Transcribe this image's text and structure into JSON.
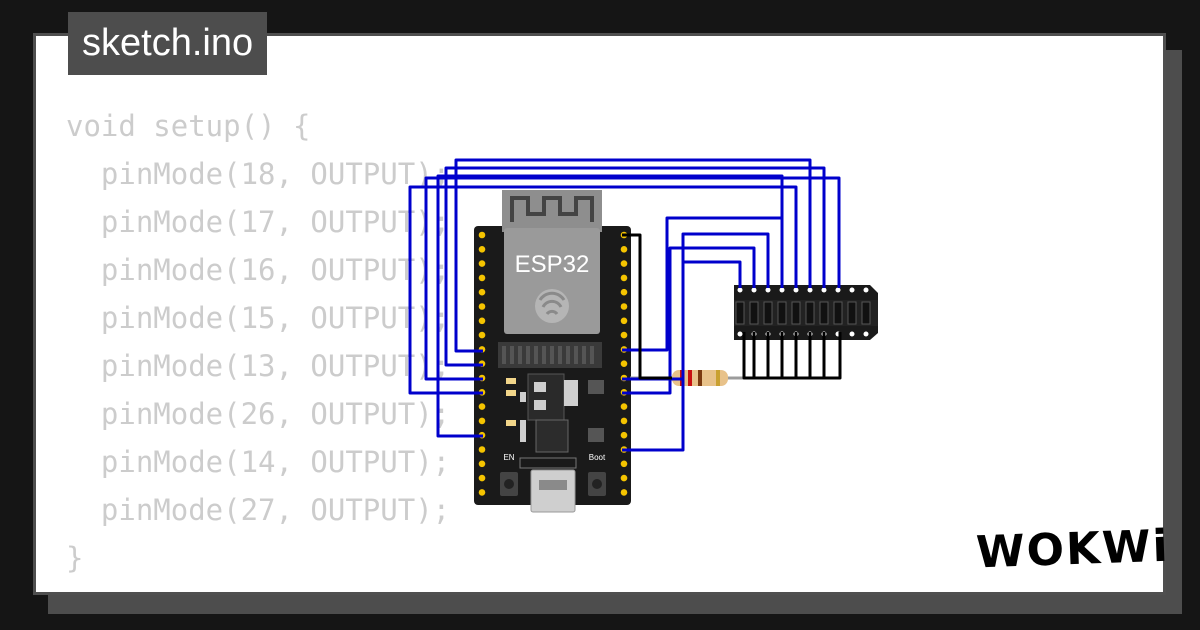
{
  "tab": {
    "title": "sketch.ino"
  },
  "code": {
    "lines": [
      "void setup() {",
      "  pinMode(18, OUTPUT);",
      "  pinMode(17, OUTPUT);",
      "  pinMode(16, OUTPUT);",
      "  pinMode(15, OUTPUT);",
      "  pinMode(13, OUTPUT);",
      "  pinMode(26, OUTPUT);",
      "  pinMode(14, OUTPUT);",
      "  pinMode(27, OUTPUT);",
      "}"
    ]
  },
  "board": {
    "label": "ESP32",
    "en_label": "EN",
    "boot_label": "Boot"
  },
  "brand": {
    "logo": "WOKWi"
  },
  "colors": {
    "wire": "#0000cc",
    "ground_wire": "#000000",
    "board": "#1a1a1a",
    "pin": "#f5c400",
    "module": "#8a8a8a"
  }
}
